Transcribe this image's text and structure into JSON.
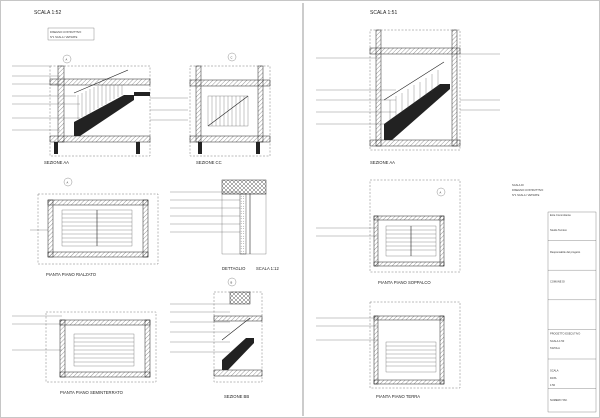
{
  "sheet": {
    "scale_left": "SCALA 1:52",
    "scale_right": "SCALA 1:51",
    "detail_scale": "SCALA 1:12"
  },
  "legend": {
    "left_line1": "DISEGNO COSTRUTTIVO",
    "left_line2": "N°1 SCALA / VETRATE",
    "right_line1": "SCALA DI",
    "right_line2": "DISEGNO COSTRUTTIVO",
    "right_line3": "N°1 SCALA / VETRATE"
  },
  "views": {
    "sez_aa_left": "SEZIONE AA",
    "sez_cc": "SEZIONE CC",
    "pianta_rialzato": "PIANTA PIANO RIALZATO",
    "dettaglio": "DETTAGLIO",
    "pianta_seminterrato": "PIANTA PIANO SEMINTERRATO",
    "sez_bb": "SEZIONE BB",
    "sez_aa_right": "SEZIONE AA",
    "pianta_soppalco": "PIANTA PIANO SOPPALCO",
    "pianta_terra": "PIANTA PIANO TERRA"
  },
  "markers": {
    "a": "A",
    "b": "B",
    "c": "C"
  },
  "title_block": {
    "rows": [
      "Ente Committente",
      "",
      "Studio Tecnico",
      "",
      "",
      "Responsabile del progetto",
      "",
      "",
      "",
      "COMUNE DI",
      "",
      "",
      "",
      "",
      "",
      "",
      "PROGETTO ESECUTIVO",
      "SCALA 1:50",
      "TAVOLA",
      "",
      "",
      "SCALA",
      "DATA",
      "1:50",
      "",
      "NUMERO TAV."
    ]
  }
}
